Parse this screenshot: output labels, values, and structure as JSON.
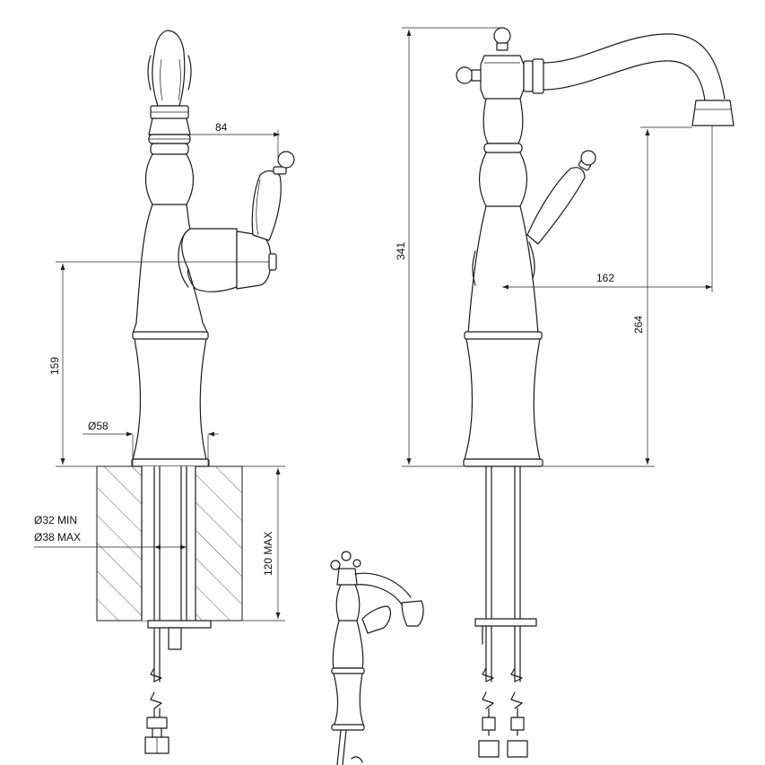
{
  "dimensions": {
    "spout_offset": "84",
    "mount_to_lever_height": "159",
    "base_diameter": "Ø58",
    "hole_min": "Ø32 MIN",
    "hole_max": "Ø38 MAX",
    "deck_thickness": "120 MAX",
    "total_height": "341",
    "spout_reach": "162",
    "spout_outlet_height": "264"
  },
  "colors": {
    "line": "#1a1a1a",
    "background": "#ffffff"
  }
}
